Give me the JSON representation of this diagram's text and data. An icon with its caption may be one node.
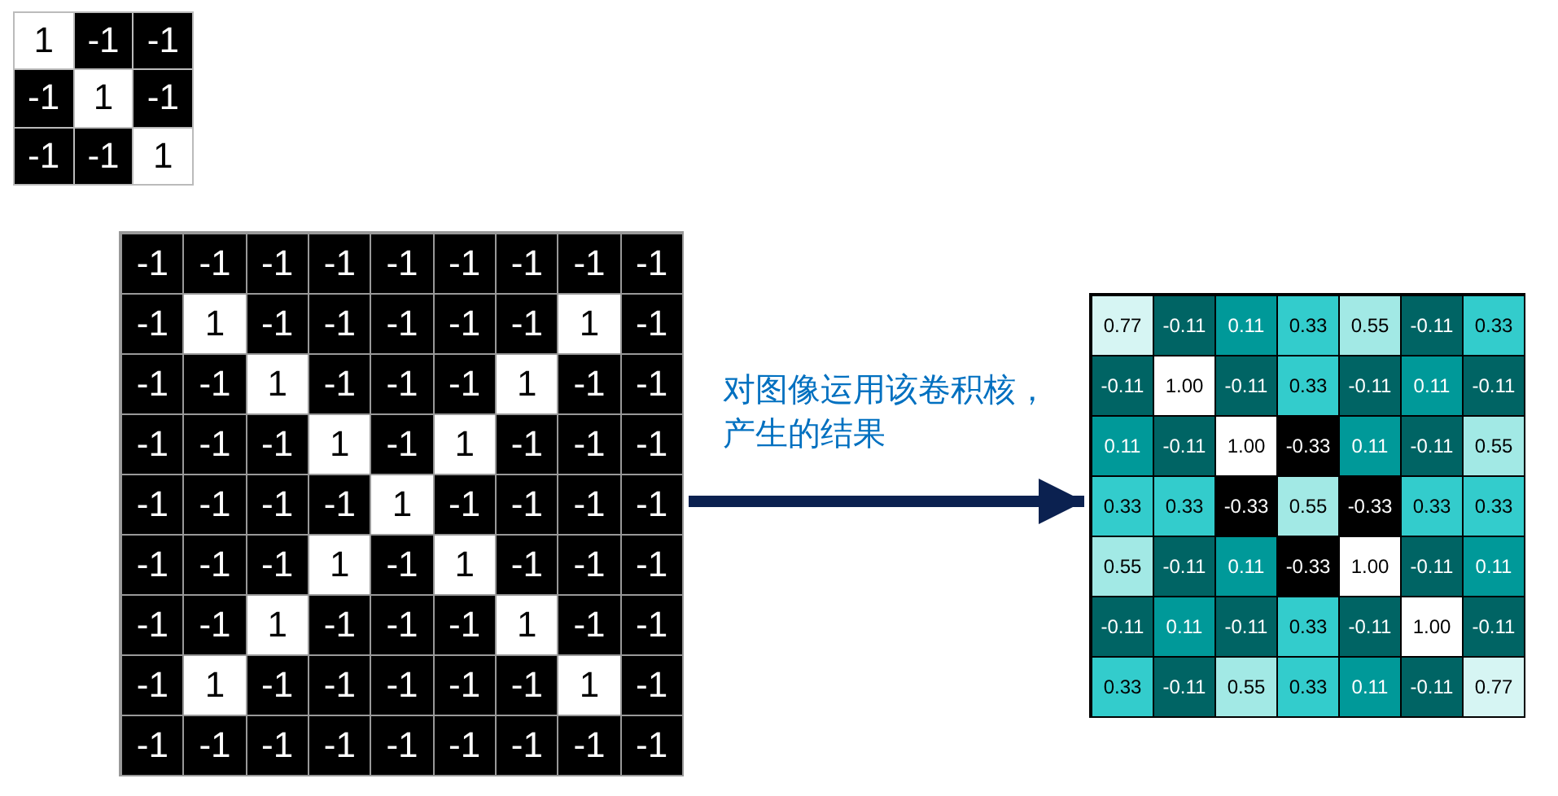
{
  "diagram": {
    "nodes": [
      {
        "text": [],
        "shape": "box"
      },
      {
        "text": [],
        "shape": "box"
      }
    ],
    "edges": [
      {
        "from": 0,
        "to": 1,
        "arrow": "to",
        "label": "对图像运用该卷积核，产生的结果"
      }
    ],
    "labels": [
      "1",
      "-1",
      "-1",
      "-1",
      "1",
      "-1",
      "-1",
      "-1",
      "1",
      "-1",
      "-1",
      "-1",
      "-1",
      "-1",
      "-1",
      "-1",
      "-1",
      "-1",
      "-1",
      "1",
      "-1",
      "-1",
      "-1",
      "-1",
      "-1",
      "1",
      "-1",
      "-1",
      "-1",
      "1",
      "-1",
      "-1",
      "-1",
      "1",
      "-1",
      "-1",
      "-1",
      "-1",
      "-1",
      "1",
      "-1",
      "1",
      "-1",
      "-1",
      "-1",
      "-1",
      "-1",
      "-1",
      "-1",
      "1",
      "-1",
      "-1",
      "-1",
      "-1",
      "-1",
      "-1",
      "-1",
      "1",
      "-1",
      "1",
      "-1",
      "-1",
      "-1",
      "-1",
      "-1",
      "1",
      "-1",
      "-1",
      "-1",
      "1",
      "-1",
      "-1",
      "-1",
      "1",
      "-1",
      "-1",
      "-1",
      "-1",
      "-1",
      "1",
      "-1",
      "-1",
      "-1",
      "-1",
      "-1",
      "-1",
      "-1",
      "-1",
      "-1",
      "-1",
      "0.77",
      "-0.11",
      "0.11",
      "0.33",
      "0.55",
      "-0.11",
      "0.33",
      "-0.11",
      "1.00",
      "-0.11",
      "0.33",
      "-0.11",
      "0.11",
      "-0.11",
      "0.11",
      "-0.11",
      "1.00",
      "-0.33",
      "0.11",
      "-0.11",
      "0.55",
      "0.33",
      "0.33",
      "-0.33",
      "0.55",
      "-0.33",
      "0.33",
      "0.33",
      "0.55",
      "-0.11",
      "0.11",
      "-0.33",
      "1.00",
      "-0.11",
      "0.11",
      "-0.11",
      "0.11",
      "-0.11",
      "0.33",
      "-0.11",
      "1.00",
      "-0.11",
      "0.33",
      "-0.11",
      "0.55",
      "0.33",
      "0.11",
      "-0.11",
      "0.77"
    ]
  }
}
